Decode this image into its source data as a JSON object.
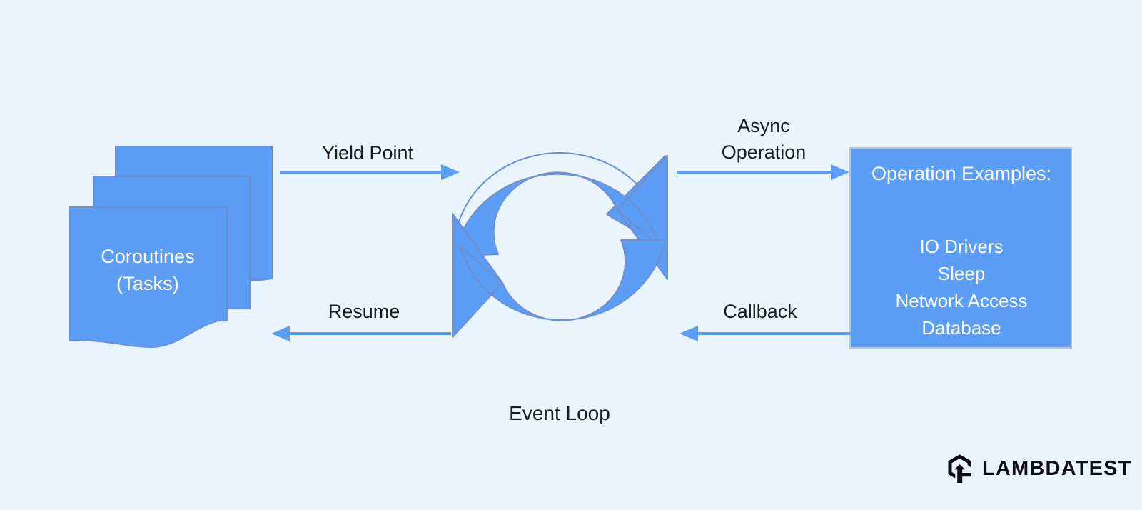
{
  "canvas": {
    "background_color": "#e9f4fd",
    "accent_blue": "#5c9df5",
    "shape_border_color": "#6e8fd1",
    "box_border_color": "#b8c4cf",
    "text_color": "#1b1b1b",
    "on_accent_text_color": "#ffffff"
  },
  "nodes": {
    "coroutines": {
      "label": "Coroutines\n(Tasks)",
      "shape": "stacked-documents"
    },
    "event_loop": {
      "icon": "circular-refresh-loop-icon",
      "caption": "Event Loop"
    },
    "operations": {
      "title": "Operation Examples:",
      "items": [
        "IO Drivers",
        "Sleep",
        "Network Access",
        "Database"
      ]
    }
  },
  "edges": [
    {
      "id": "yield-point",
      "label": "Yield Point",
      "from": "coroutines",
      "to": "event_loop",
      "direction": "right"
    },
    {
      "id": "async-operation",
      "label": "Async\nOperation",
      "from": "event_loop",
      "to": "operations",
      "direction": "right"
    },
    {
      "id": "resume",
      "label": "Resume",
      "from": "event_loop",
      "to": "coroutines",
      "direction": "left"
    },
    {
      "id": "callback",
      "label": "Callback",
      "from": "operations",
      "to": "event_loop",
      "direction": "left"
    }
  ],
  "branding": {
    "logo_text": "LAMBDATEST",
    "logo_mark": "lambdatest-hexagon-arrow-icon"
  }
}
